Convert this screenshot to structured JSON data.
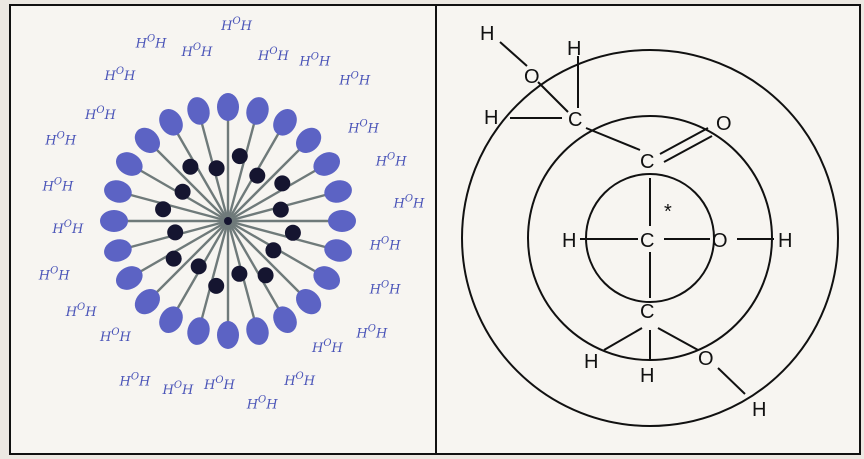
{
  "colors": {
    "background": "#ece8e2",
    "panel": "#f7f5f1",
    "lipid_head": "#5c63c4",
    "water_text": "#4a54b8",
    "core_dot": "#151530",
    "line": "#111111"
  },
  "micelle": {
    "spoke_count": 24,
    "inner_dot_count": 16,
    "water_molecule": {
      "left_h": "H",
      "oxygen": "O",
      "right_h": "H"
    },
    "water_count": 26
  },
  "glycerol_molecule": {
    "atoms": {
      "ho_h": "H",
      "ho_o": "O",
      "ch2_h_top": "H",
      "ch2_h_left": "H",
      "ch2_c": "C",
      "carbonyl_o": "O",
      "acid_c": "C",
      "chiral_star": "*",
      "center_h_left": "H",
      "center_c": "C",
      "center_o": "O",
      "center_h_right": "H",
      "lower_c": "C",
      "lower_h1": "H",
      "lower_h2": "H",
      "lower_o": "O",
      "lower_h3": "H"
    }
  }
}
